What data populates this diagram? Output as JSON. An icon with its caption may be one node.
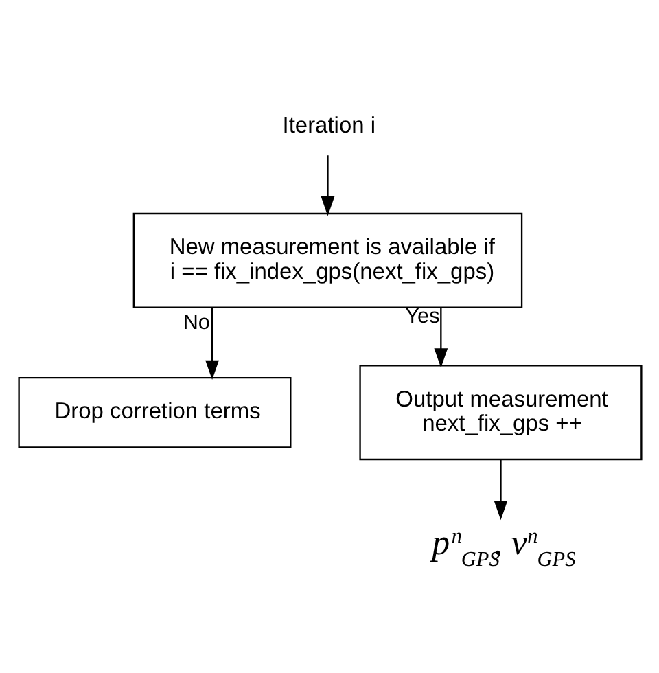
{
  "diagram": {
    "nodes": [
      {
        "text": [
          "Iteration i"
        ]
      },
      {
        "text": [
          "New measurement is available if i == fix_index_gps(next_fix_gps)"
        ]
      },
      {
        "text": [
          "Drop corretion terms"
        ]
      },
      {
        "text": [
          "Output measurement next_fix_gps ++"
        ]
      },
      {
        "text": [
          "p$^{n}$$_{GPS}$, v$^{n}$$_{GPS}$"
        ]
      }
    ],
    "edges": [
      {
        "from": 0,
        "to": 1,
        "arrow": "to"
      },
      {
        "from": 1,
        "to": 2,
        "arrow": "to",
        "label": "No"
      },
      {
        "from": 1,
        "to": 3,
        "arrow": "to",
        "label": "Yes"
      },
      {
        "from": 3,
        "to": 4,
        "arrow": "to"
      }
    ]
  }
}
